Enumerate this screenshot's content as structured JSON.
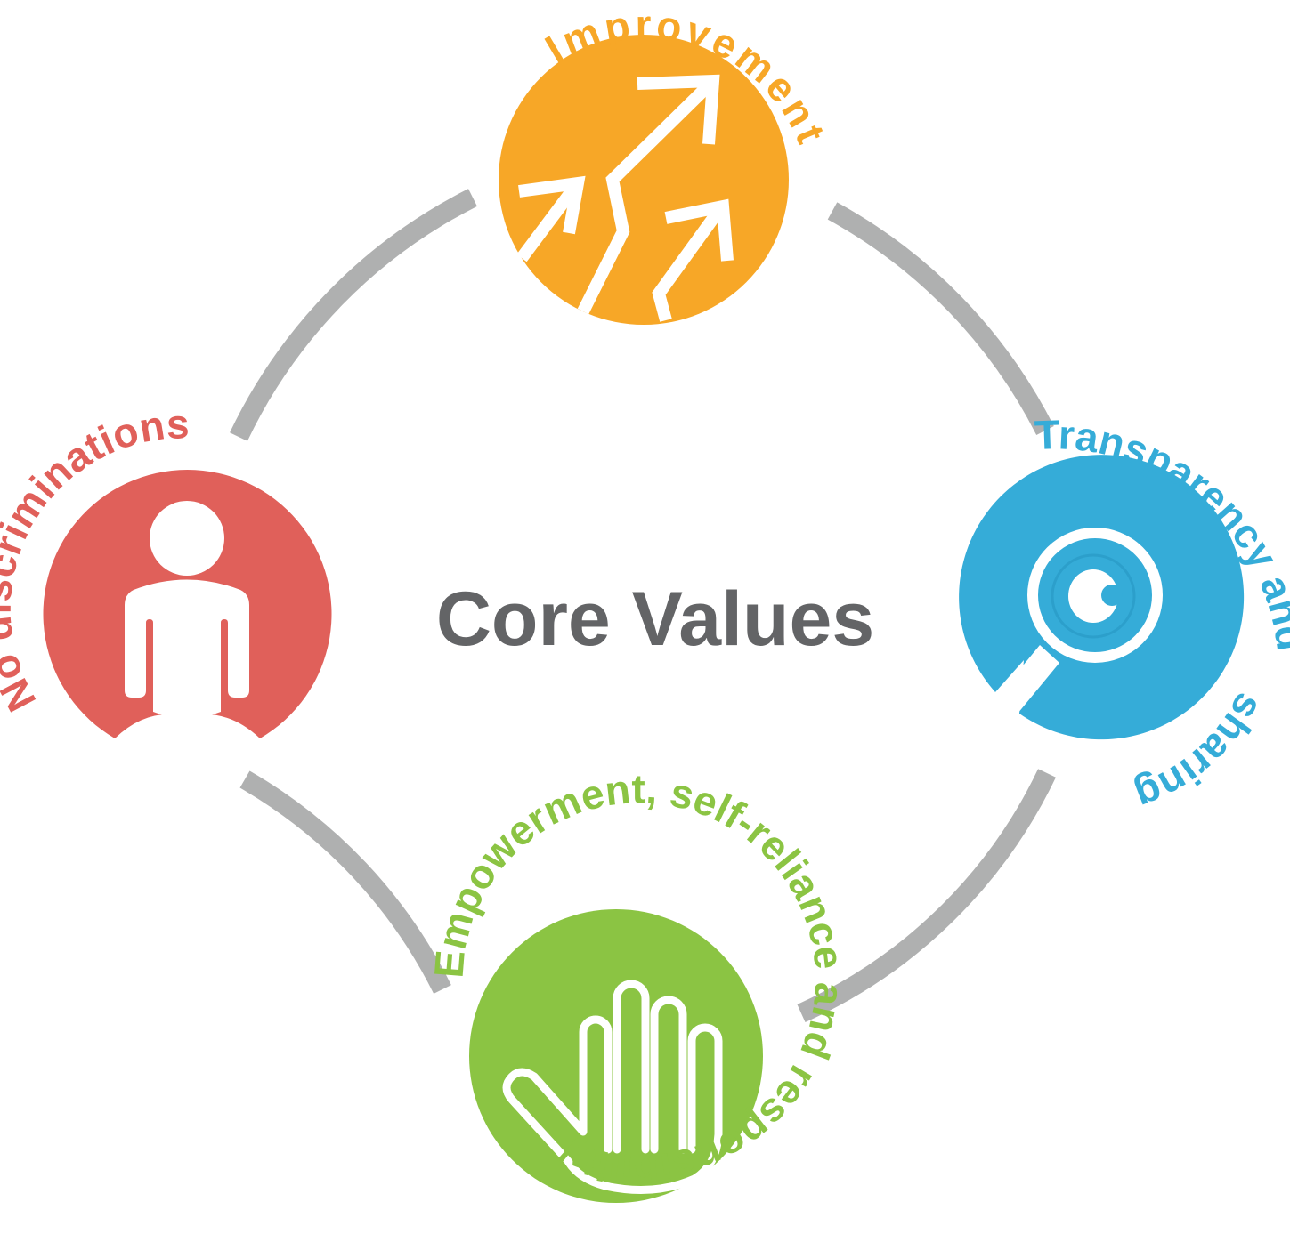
{
  "title": "Core Values",
  "colors": {
    "ring": "#afb0b0",
    "title": "#636466",
    "improvement": "#f7a727",
    "transparency": "#35acd8",
    "empowerment": "#8bc443",
    "no_discrimination": "#e0605a",
    "icon": "#ffffff"
  },
  "values": [
    {
      "id": "improvement",
      "label": "Improvement",
      "icon": "rising-arrows-icon"
    },
    {
      "id": "transparency",
      "label_line1": "Transparency and",
      "label_line2": "sharing",
      "icon": "magnifying-eye-icon"
    },
    {
      "id": "empowerment",
      "label": "Empowerment, self-reliance and responsibility",
      "icon": "raised-hand-icon"
    },
    {
      "id": "no_discrimination",
      "label": "No discriminations",
      "icon": "person-icon"
    }
  ]
}
